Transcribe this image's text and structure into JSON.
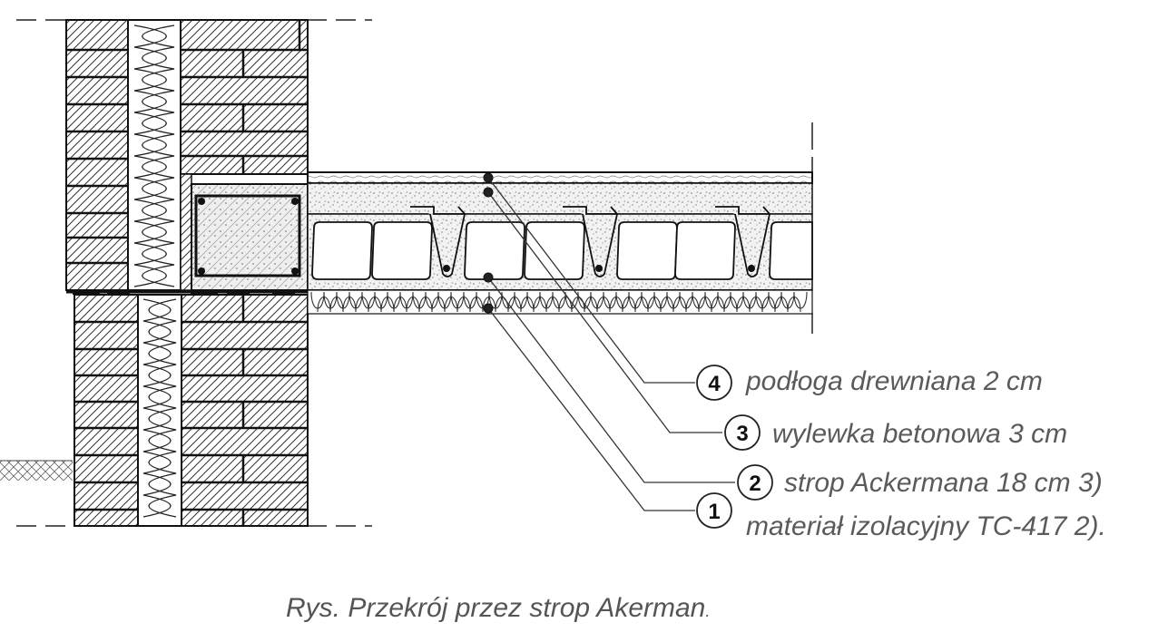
{
  "figure": {
    "caption": "Rys. Przekrój przez strop Akerman",
    "caption_suffix": "."
  },
  "legend": [
    {
      "number": "4",
      "text": "podłoga drewniana 2 cm"
    },
    {
      "number": "3",
      "text": "wylewka betonowa 3 cm"
    },
    {
      "number": "2",
      "text": "strop Ackermana 18 cm 3)"
    },
    {
      "number": "1",
      "text": "materiał izolacyjny TC-417 2)."
    }
  ],
  "colors": {
    "line": "#1a1a1a",
    "hatch": "#333333",
    "label": "#5a5a5a",
    "concrete_dots": "#777777"
  }
}
